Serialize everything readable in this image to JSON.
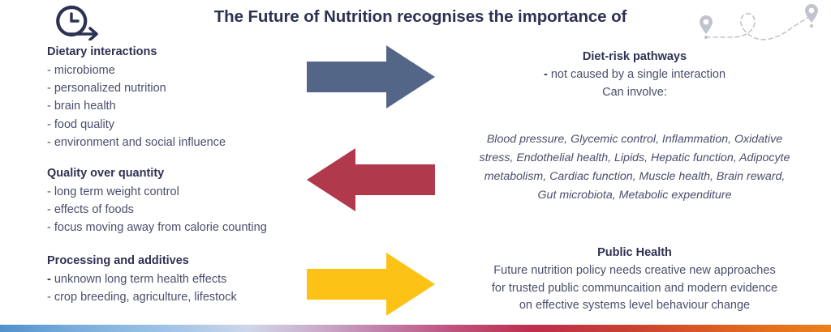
{
  "slide": {
    "title": "The Future of Nutrition recognises the importance of",
    "background_color": "#ffffff"
  },
  "decorations": {
    "clock_icon_name": "clock-forward-icon",
    "route_icon_name": "route-pins-icon",
    "accent_navy": "#2e3252",
    "body_slate": "#4a4e6b",
    "deco_gray": "#b9bac9"
  },
  "left_column": {
    "blocks": [
      {
        "heading": "Dietary interactions",
        "items": [
          "- microbiome",
          "- personalized nutrition",
          "- brain health",
          "- food quality",
          "- environment and social influence"
        ]
      },
      {
        "heading": "Quality over quantity",
        "items": [
          "- long term weight control",
          "- effects of foods",
          "- focus moving away from calorie counting"
        ]
      },
      {
        "heading": "Processing and additives",
        "items": [
          "- unknown long term health effects",
          "- crop breeding, agriculture, lifestock"
        ],
        "first_item_dash_bold": true
      }
    ]
  },
  "arrows": [
    {
      "name": "arrow-right-blue",
      "direction": "right",
      "color": "#546688"
    },
    {
      "name": "arrow-left-red",
      "direction": "left",
      "color": "#b0394c"
    },
    {
      "name": "arrow-right-yellow",
      "direction": "right",
      "color": "#fcc215"
    }
  ],
  "right_column": {
    "block1": {
      "heading": "Diet-risk pathways",
      "line1_bold_prefix": "-",
      "line1": " not caused by a single interaction",
      "line2": "Can involve:"
    },
    "block2": {
      "italic_lines": [
        "Blood pressure, Glycemic control, Inflammation, Oxidative",
        "stress, Endothelial health, Lipids, Hepatic function, Adipocyte",
        "metabolism, Cardiac function, Muscle health, Brain reward,",
        "Gut microbiota, Metabolic expenditure"
      ]
    },
    "block3": {
      "heading": "Public Health",
      "lines": [
        "Future nutrition policy needs creative new approaches",
        "for trusted public communcaition and modern evidence",
        "on effective systems level behaviour change"
      ]
    }
  },
  "bottom_bar": {
    "name": "gradient-accent-bar",
    "stops": [
      "#4f90cd",
      "#9fc3e6",
      "#c07fa8",
      "#bb2f4e",
      "#dd6420",
      "#e9821b"
    ]
  }
}
